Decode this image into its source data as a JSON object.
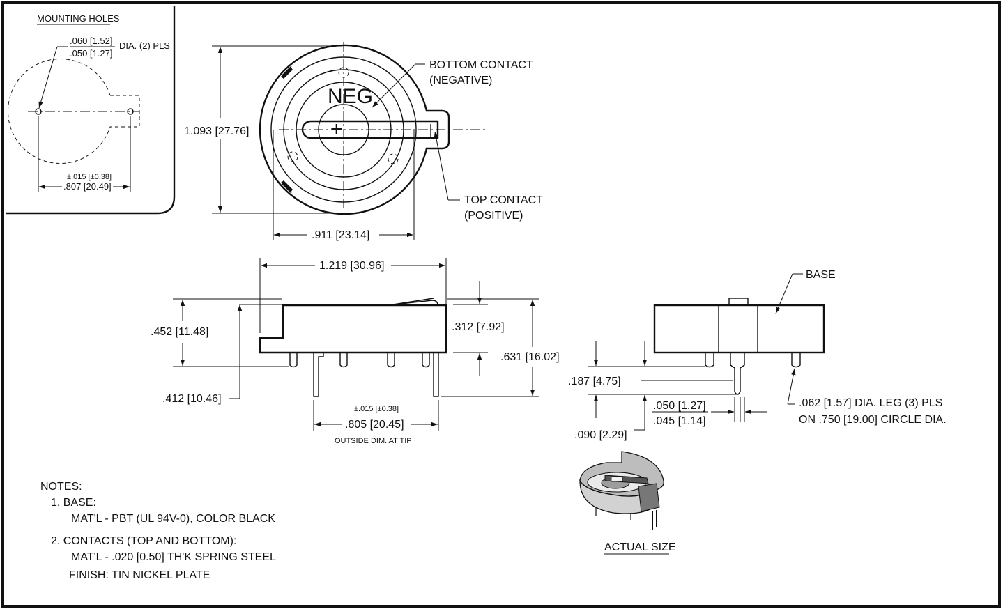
{
  "mounting_holes": {
    "title": "MOUNTING HOLES",
    "hole_dia_max": ".060 [1.52]",
    "hole_dia_min": ".050 [1.27]",
    "hole_dia_suffix": "DIA. (2) PLS",
    "spacing_tol": "±.015 [±0.38]",
    "spacing": ".807 [20.49]"
  },
  "top_view": {
    "neg_mark": "NEG",
    "plus_mark": "+",
    "height_dim": "1.093 [27.76]",
    "width_dim": ".911 [23.14]",
    "bottom_contact_line1": "BOTTOM CONTACT",
    "bottom_contact_line2": "(NEGATIVE)",
    "top_contact_line1": "TOP CONTACT",
    "top_contact_line2": "(POSITIVE)"
  },
  "side_view": {
    "length_dim": "1.219 [30.96]",
    "body_height_dim": ".452 [11.48]",
    "leg_length_dim": ".412 [10.46]",
    "upper_height_dim": ".312 [7.92]",
    "overall_height_dim": ".631 [16.02]",
    "tip_tol": "±.015 [±0.38]",
    "tip_spacing_dim": ".805 [20.45]",
    "tip_note": "OUTSIDE DIM. AT TIP"
  },
  "end_view": {
    "base_label": "BASE",
    "dim_187": ".187 [4.75]",
    "dim_090": ".090 [2.29]",
    "leg_width_max": ".050 [1.27]",
    "leg_width_min": ".045 [1.14]",
    "leg_note_line1": ".062 [1.57] DIA. LEG (3) PLS",
    "leg_note_line2": "ON .750 [19.00] CIRCLE DIA."
  },
  "actual_size_label": "ACTUAL SIZE",
  "notes": {
    "heading": "NOTES:",
    "items": [
      {
        "title": "1. BASE:",
        "lines": [
          "MAT'L - PBT (UL 94V-0), COLOR BLACK"
        ]
      },
      {
        "title": "2. CONTACTS (TOP AND BOTTOM):",
        "lines": [
          "MAT'L - .020 [0.50] TH'K SPRING STEEL",
          "FINISH: TIN NICKEL PLATE"
        ]
      }
    ]
  }
}
